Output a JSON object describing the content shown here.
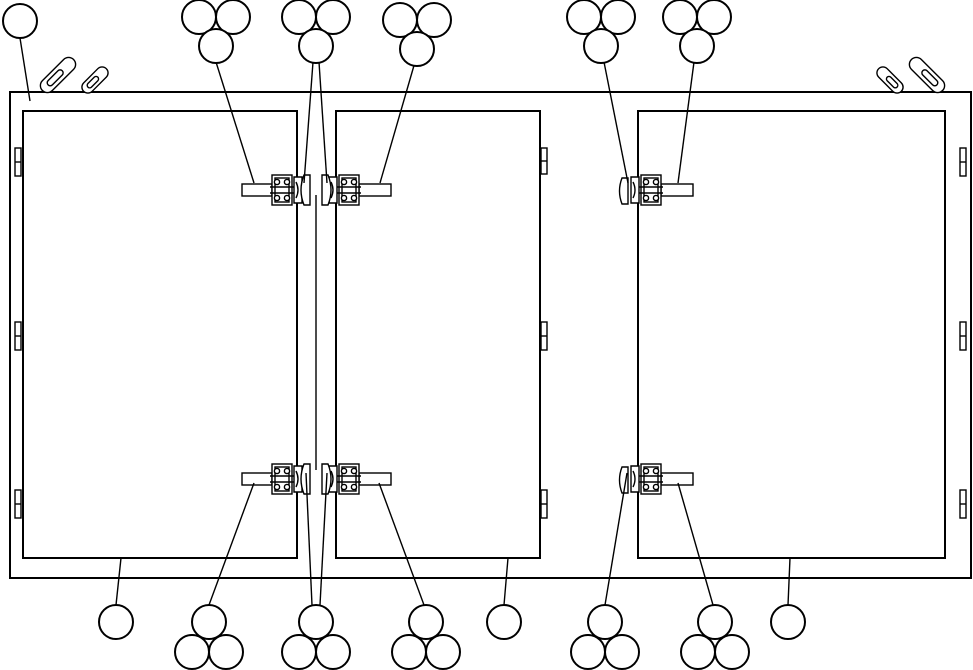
{
  "diagram": {
    "kind": "exploded parts drawing",
    "colors": {
      "line": "#000000",
      "background": "#ffffff"
    },
    "doors": [
      "left-door",
      "middle-door",
      "right-door"
    ],
    "hinge_assemblies": [
      "upper-left",
      "upper-center",
      "upper-right",
      "upper-far-right",
      "lower-left",
      "lower-center",
      "lower-right",
      "lower-far-right"
    ],
    "callouts": [
      {
        "id": "frame",
        "balloons": 1,
        "label": ""
      },
      {
        "id": "hinge-ul",
        "balloons": 3,
        "label": ""
      },
      {
        "id": "hinge-uc",
        "balloons": 3,
        "label": ""
      },
      {
        "id": "hinge-ur",
        "balloons": 3,
        "label": ""
      },
      {
        "id": "hinge-ufr-a",
        "balloons": 3,
        "label": ""
      },
      {
        "id": "hinge-ufr-b",
        "balloons": 3,
        "label": ""
      },
      {
        "id": "door-left",
        "balloons": 1,
        "label": ""
      },
      {
        "id": "hinge-ll",
        "balloons": 3,
        "label": ""
      },
      {
        "id": "hinge-lc",
        "balloons": 3,
        "label": ""
      },
      {
        "id": "hinge-lr",
        "balloons": 3,
        "label": ""
      },
      {
        "id": "door-middle",
        "balloons": 1,
        "label": ""
      },
      {
        "id": "hinge-lfr-a",
        "balloons": 3,
        "label": ""
      },
      {
        "id": "hinge-lfr-b",
        "balloons": 3,
        "label": ""
      },
      {
        "id": "door-right",
        "balloons": 1,
        "label": ""
      }
    ]
  }
}
